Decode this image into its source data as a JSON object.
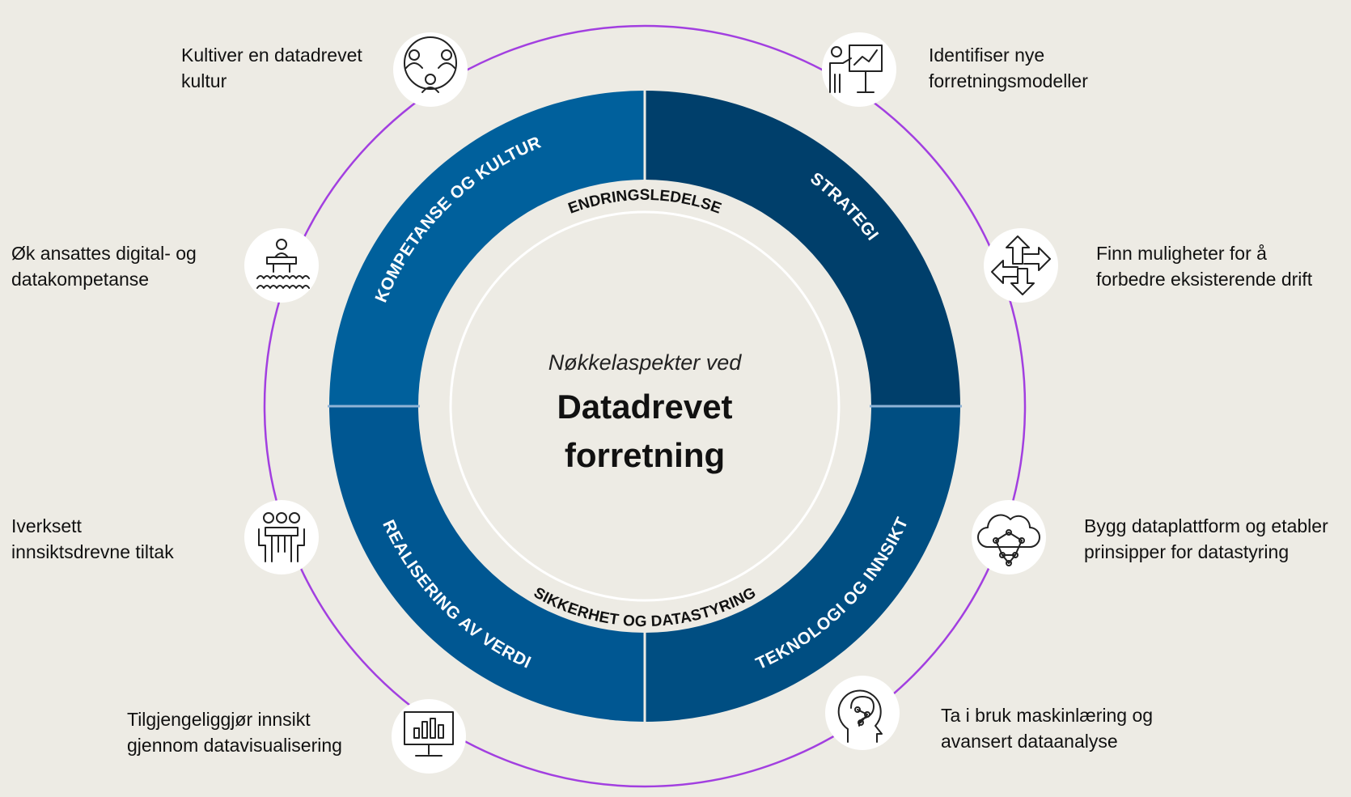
{
  "center": {
    "subtitle": "Nøkkelaspekter ved",
    "title_line1": "Datadrevet",
    "title_line2": "forretning"
  },
  "segments": [
    {
      "label": "KOMPETANSE OG KULTUR",
      "color": "#00609C"
    },
    {
      "label": "STRATEGI",
      "color": "#003F6B"
    },
    {
      "label": "TEKNOLOGI OG INNSIKT",
      "color": "#004E82"
    },
    {
      "label": "REALISERING AV VERDI",
      "color": "#005792"
    }
  ],
  "inner_labels": {
    "top": "ENDRINGSLEDELSE",
    "bottom": "SIKKERHET OG DATASTYRING"
  },
  "nodes": [
    {
      "icon": "people-network-icon",
      "line1": "Kultiver en datadrevet",
      "line2": "kultur"
    },
    {
      "icon": "presentation-chart-icon",
      "line1": "Identifiser nye",
      "line2": "forretningsmodeller"
    },
    {
      "icon": "arrows-directions-icon",
      "line1": "Finn muligheter for å",
      "line2": "forbedre eksisterende drift"
    },
    {
      "icon": "cloud-network-icon",
      "line1": "Bygg dataplattform og etabler",
      "line2": "prinsipper for datastyring"
    },
    {
      "icon": "brain-head-icon",
      "line1": "Ta i bruk maskinlæring og",
      "line2": "avansert dataanalyse"
    },
    {
      "icon": "monitor-chart-icon",
      "line1": "Tilgjengeliggjør innsikt",
      "line2": "gjennom datavisualisering"
    },
    {
      "icon": "team-meeting-icon",
      "line1": "Iverksett",
      "line2": "innsiktsdrevne tiltak"
    },
    {
      "icon": "classroom-teacher-icon",
      "line1": "Øk ansattes digital- og",
      "line2": "datakompetanse"
    }
  ],
  "colors": {
    "background": "#EDEBE4",
    "outer_circle": "#A23FE0"
  }
}
